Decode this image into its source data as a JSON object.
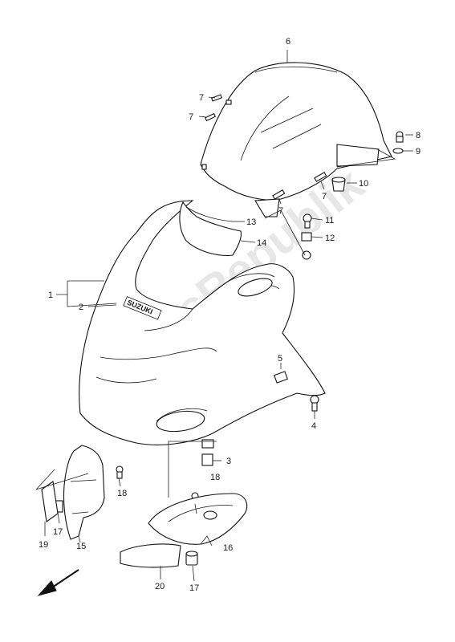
{
  "watermark": "PartsRepublik",
  "brand_mark": "SUZUKI",
  "callouts": {
    "c1": "1",
    "c2": "2",
    "c3": "3",
    "c4": "4",
    "c5": "5",
    "c6": "6",
    "c7a": "7",
    "c7b": "7",
    "c7c": "7",
    "c7d": "7",
    "c8": "8",
    "c9": "9",
    "c10": "10",
    "c11": "11",
    "c12": "12",
    "c13": "13",
    "c14": "14",
    "c15": "15",
    "c16": "16",
    "c17a": "17",
    "c17b": "17",
    "c18a": "18",
    "c18b": "18",
    "c19": "19",
    "c20": "20"
  },
  "icons": {
    "direction": "front-direction-arrow-icon"
  }
}
